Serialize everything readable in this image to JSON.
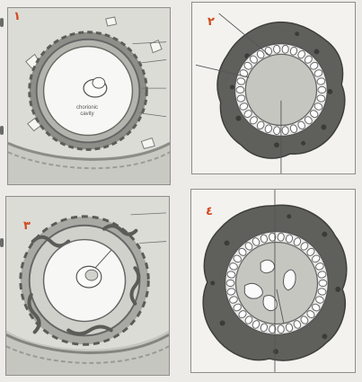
{
  "panels": [
    {
      "label": "١",
      "cavity_label": "chorionic\ncavity"
    },
    {
      "label": "٢"
    },
    {
      "label": "٣"
    },
    {
      "label": "٤"
    }
  ],
  "colors": {
    "label": "#d24a1e",
    "tissue_dark": "#5e5e5a",
    "tissue_mid": "#b9b9b4",
    "cavity": "#f7f7f5"
  },
  "icons": [
    "chorionic-villus-cross-section",
    "embryo-in-chorion"
  ]
}
